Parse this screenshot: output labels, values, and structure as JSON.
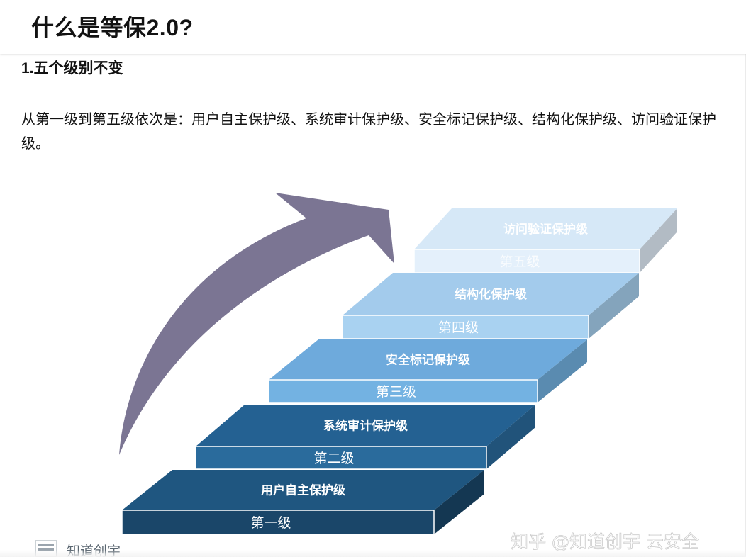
{
  "header": {
    "title": "什么是等保2.0?"
  },
  "article": {
    "section_heading": "1.五个级别不变",
    "paragraph": "从第一级到第五级依次是：用户自主保护级、系统审计保护级、安全标记保护级、结构化保护级、访问验证保护级。"
  },
  "figure": {
    "steps": [
      {
        "top_label": "用户自主保护级",
        "front_label": "第一级",
        "front_color": "#1a4669",
        "top_color": "#1f5680"
      },
      {
        "top_label": "系统审计保护级",
        "front_label": "第二级",
        "front_color": "#2a6b9c",
        "top_color": "#246192"
      },
      {
        "top_label": "安全标记保护级",
        "front_label": "第三级",
        "front_color": "#73b2e2",
        "top_color": "#6eaadc"
      },
      {
        "top_label": "结构化保护级",
        "front_label": "第四级",
        "front_color": "#a9d2f1",
        "top_color": "#a3cbec"
      },
      {
        "top_label": "访问验证保护级",
        "front_label": "第五级",
        "front_color": "#e4f0fb",
        "top_color": "#d6e8f7"
      }
    ],
    "arrow_color": "#7b7593",
    "logo_text": "知道创宇",
    "watermark": "知乎 @知道创宇 云安全"
  }
}
